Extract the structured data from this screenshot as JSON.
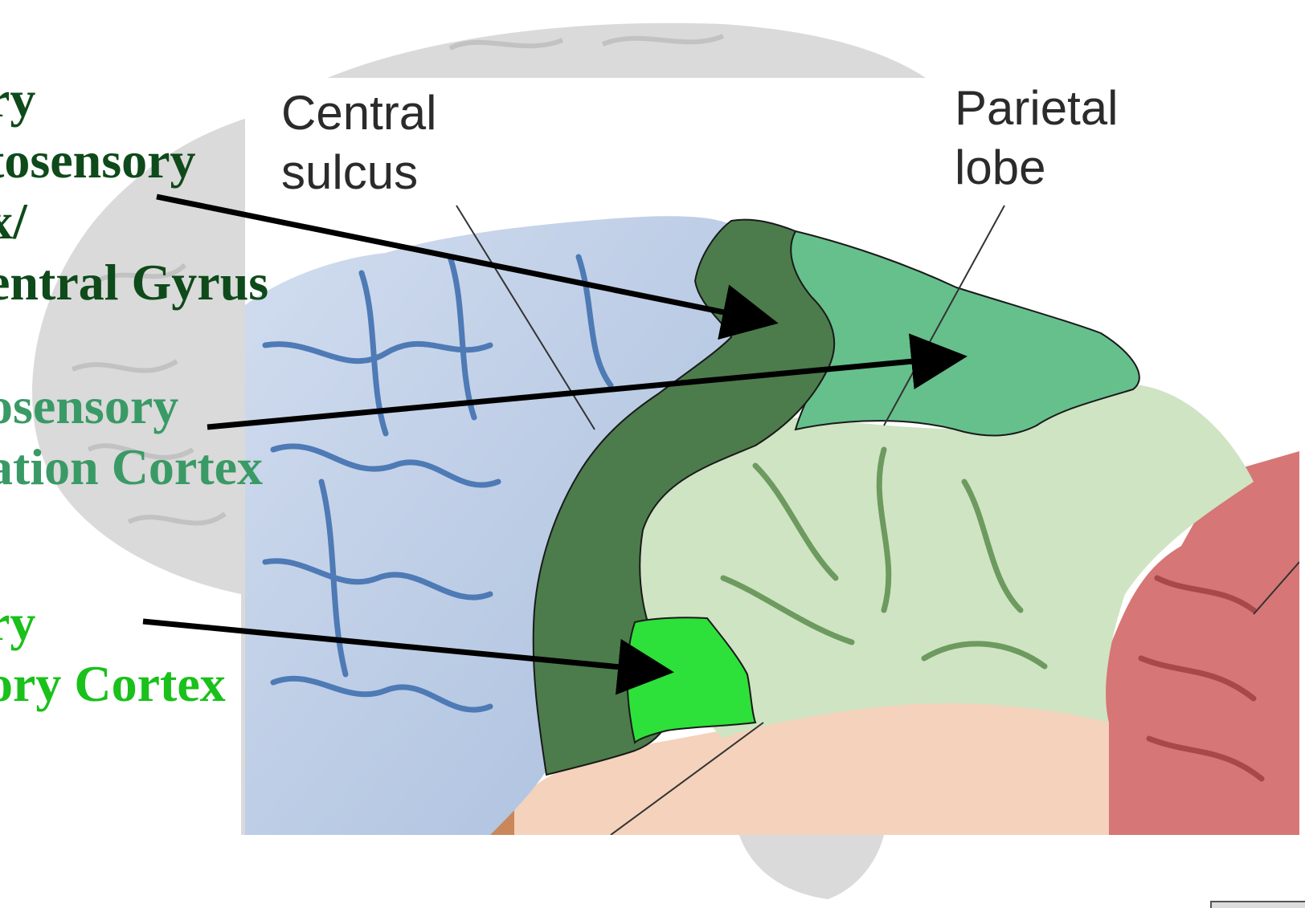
{
  "labels": {
    "primary_somatosensory": [
      "ry",
      "tosensory",
      "x/",
      "entral Gyrus"
    ],
    "somatosensory_association": [
      "osensory",
      "ation Cortex"
    ],
    "gustatory": [
      "ry",
      "ory Cortex"
    ]
  },
  "illustration": {
    "central_sulcus": [
      "Central",
      "sulcus"
    ],
    "parietal_lobe": [
      "Parietal",
      "lobe"
    ]
  },
  "colors": {
    "primary_somatosensory": "#4c7c4c",
    "somatosensory_association": "#66c08c",
    "gustatory": "#2ee03a",
    "frontal_lobe": "#b6c8e2",
    "parietal_temporal_area": "#cfe4c3",
    "occipital_lobe": "#d77676",
    "temporal_lobe": "#f4d2bc",
    "background_brain": "#d9d9d9",
    "arrow": "#000000"
  }
}
